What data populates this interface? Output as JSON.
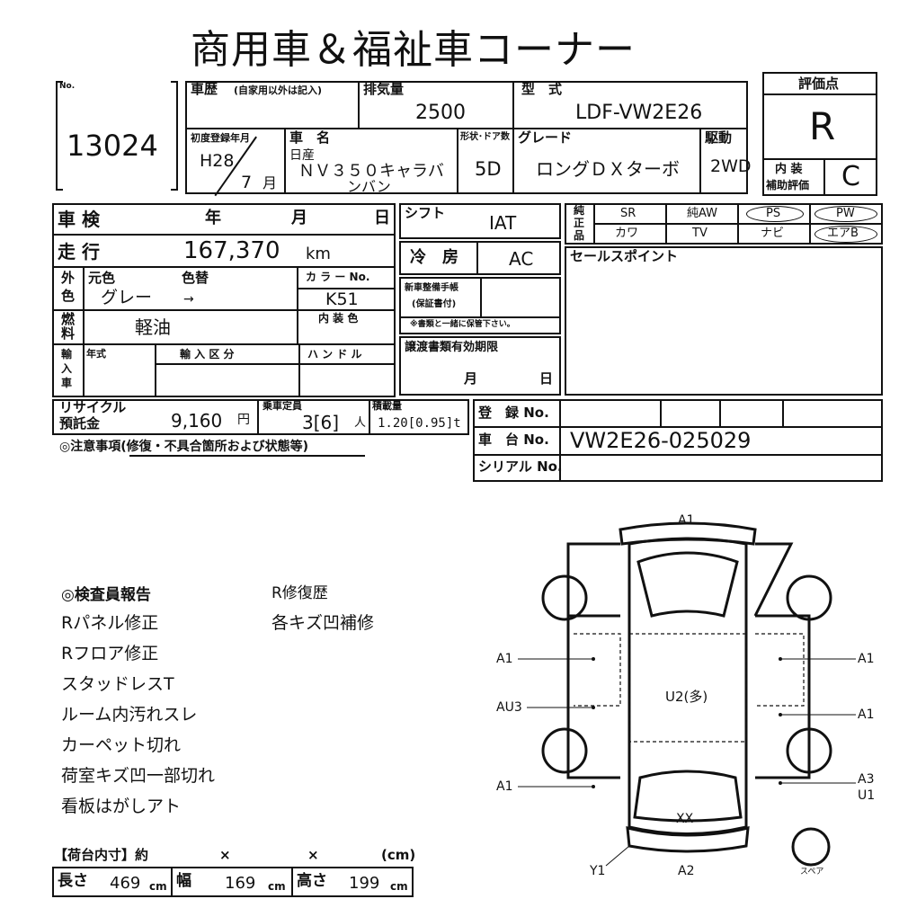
{
  "header": {
    "title": "商用車＆福祉車コーナー"
  },
  "lot": {
    "no_label": "No.",
    "number": "13024"
  },
  "history": {
    "label": "車歴",
    "note": "(自家用以外は記入)"
  },
  "displacement": {
    "label": "排気量",
    "value": "2500"
  },
  "model": {
    "label": "型　式",
    "value": "LDF-VW2E26"
  },
  "rating": {
    "label": "評価点",
    "value": "R",
    "interior_label_1": "内 装",
    "interior_label_2": "補助評価",
    "interior_value": "C"
  },
  "first_reg": {
    "label": "初度登録年月",
    "era": "H28",
    "month": "7",
    "month_unit": "月"
  },
  "car_name": {
    "label": "車　名",
    "maker": "日産",
    "name_line1": "ＮＶ３５０キャラバ",
    "name_line2": "ンバン"
  },
  "doors": {
    "label": "形状･ドア数",
    "value": "5D"
  },
  "grade": {
    "label": "グレード",
    "value": "ロングＤＸターボ"
  },
  "drive": {
    "label": "駆動",
    "value": "2WD"
  },
  "inspection": {
    "label": "車 検",
    "year": "年",
    "month": "月",
    "day": "日"
  },
  "shift": {
    "label": "シフト",
    "value": "IAT"
  },
  "equipment": {
    "label1": "純",
    "label2": "正",
    "label3": "品",
    "row1": [
      "SR",
      "純AW",
      "PS",
      "PW"
    ],
    "row2": [
      "カワ",
      "TV",
      "ナビ",
      "エアB"
    ]
  },
  "mileage": {
    "label": "走 行",
    "value": "167,370",
    "unit": "km"
  },
  "aircon": {
    "label": "冷　房",
    "value": "AC"
  },
  "sales_point": {
    "label": "セールスポイント"
  },
  "color": {
    "label1": "外",
    "label2": "色",
    "original_label": "元色",
    "changed_label": "色替",
    "original": "グレー",
    "arrow": "→",
    "code_label": "カ ラ ー No.",
    "code": "K51"
  },
  "manual": {
    "label1": "新車整備手帳",
    "label2": "(保証書付)",
    "note": "※書類と一緒に保管下さい。"
  },
  "fuel": {
    "label1": "燃",
    "label2": "料",
    "value": "軽油",
    "interior_label": "内 装 色"
  },
  "import": {
    "label": [
      "輸",
      "入",
      "車"
    ],
    "year_label": "年式",
    "class_label": "輸 入 区 分",
    "handle_label": "ハ ン ド ル"
  },
  "transfer": {
    "label": "譲渡書類有効期限",
    "month": "月",
    "day": "日"
  },
  "recycle": {
    "label1": "リサイクル",
    "label2": "預託金",
    "value": "9,160",
    "unit": "円"
  },
  "capacity": {
    "label": "乗車定員",
    "value": "3[6]",
    "unit": "人"
  },
  "load": {
    "label": "積載量",
    "value": "1.20[0.95]t"
  },
  "registration": {
    "label": "登　録 No."
  },
  "chassis": {
    "label": "車　台 No.",
    "value": "VW2E26-025029"
  },
  "serial": {
    "label": "シリアル No."
  },
  "notes": {
    "label": "◎注意事項(修復・不具合箇所および状態等)"
  },
  "report": {
    "header": "◎検査員報告",
    "items": [
      "Rパネル修正",
      "Rフロア修正",
      "スタッドレスT",
      "ルーム内汚れスレ",
      "カーペット切れ",
      "荷室キズ凹一部切れ",
      "看板はがしアト"
    ],
    "right_header": "R修復歴",
    "right_items": [
      "各キズ凹補修"
    ]
  },
  "cargo": {
    "title": "【荷台内寸】約",
    "x1": "×",
    "x2": "×",
    "unit": "(cm)",
    "length_label": "長さ",
    "length": "469",
    "width_label": "幅",
    "width": "169",
    "height_label": "高さ",
    "height": "199",
    "cm": "cm"
  },
  "diagram": {
    "top": "A1",
    "left": [
      "A1",
      "AU3",
      "A1"
    ],
    "right": [
      "A1",
      "A1",
      "A3",
      "U1"
    ],
    "center": "U2(多)",
    "rear": "XX",
    "bottom_left": "Y1",
    "bottom": "A2",
    "spare": "スペア"
  }
}
